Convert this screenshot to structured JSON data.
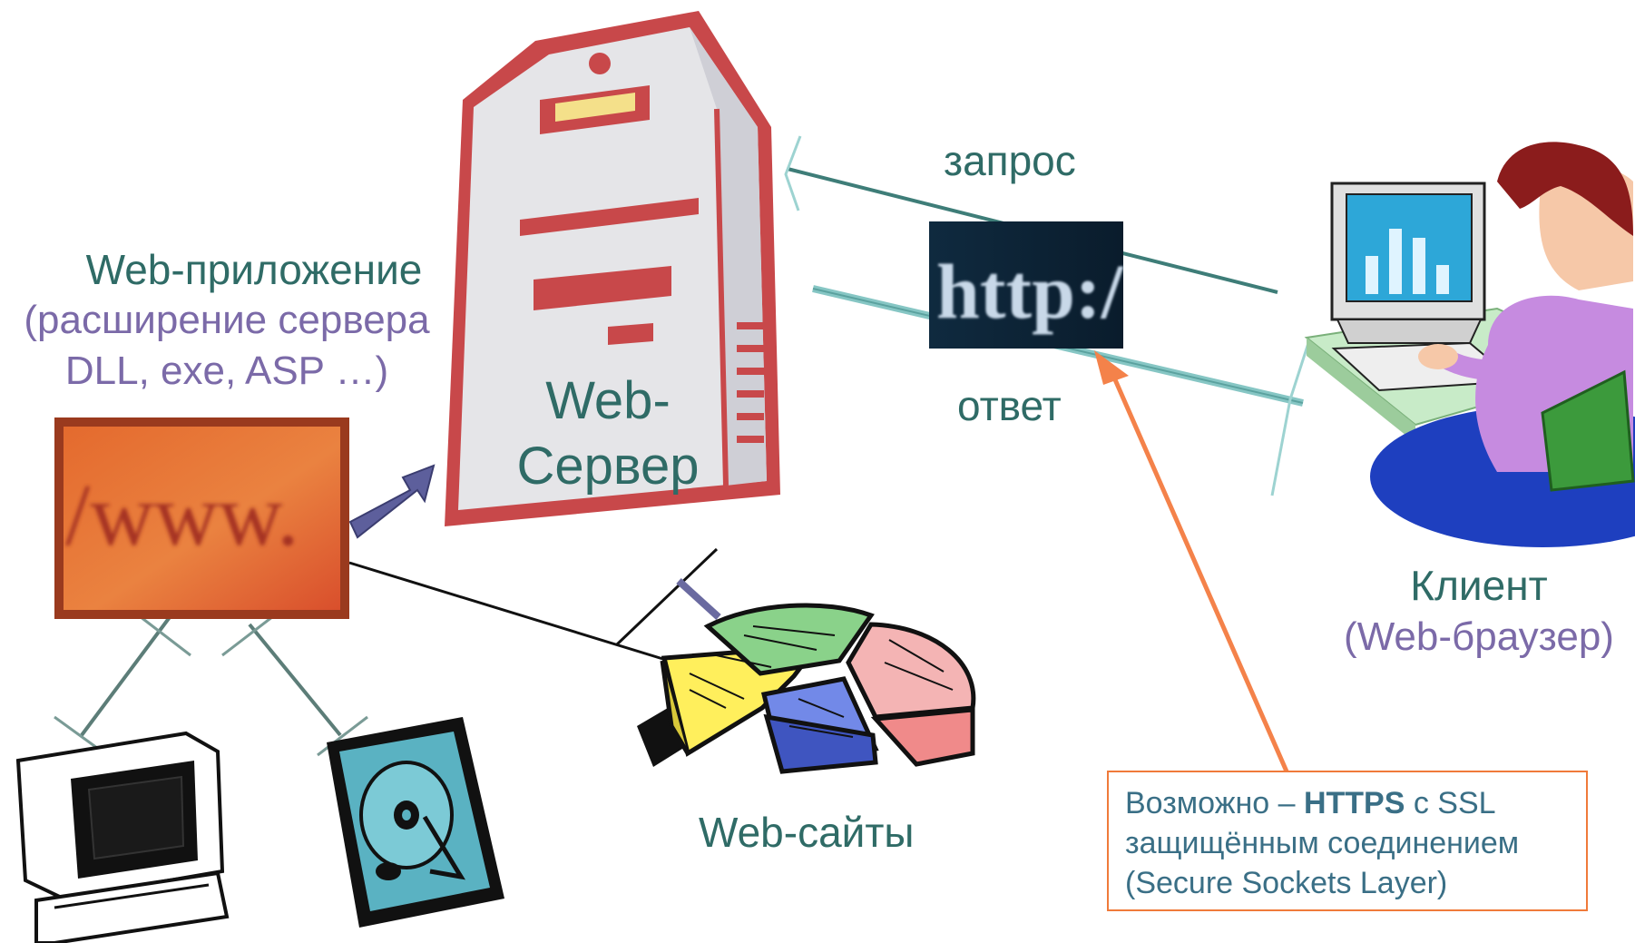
{
  "web_app": {
    "title": "Web-приложение",
    "desc_line1": "(расширение сервера",
    "desc_line2": "DLL, exe, ASP …)",
    "banner_text": "/www."
  },
  "server": {
    "label_line1": "Web-",
    "label_line2": "Сервер"
  },
  "connection": {
    "request_label": "запрос",
    "response_label": "ответ",
    "http_text": "http:/"
  },
  "client": {
    "label": "Клиент",
    "sublabel": "(Web-браузер)"
  },
  "sites": {
    "label": "Web-сайты"
  },
  "https_note": {
    "prefix": "Возможно – ",
    "bold": "HTTPS",
    "suffix": " с SSL",
    "line2": "защищённым соединением",
    "line3": "(Secure Sockets Layer)"
  },
  "colors": {
    "label_teal": "#2f6b66",
    "label_purple": "#7b6aa8",
    "server_red": "#c0392b",
    "arrow_orange": "#f4824a",
    "link_teal": "#3e7d78"
  },
  "icons": [
    "server-tower-icon",
    "www-banner-icon",
    "http-image-icon",
    "client-user-icon",
    "monitor-icon",
    "hard-disk-icon",
    "pie-chart-icon"
  ]
}
